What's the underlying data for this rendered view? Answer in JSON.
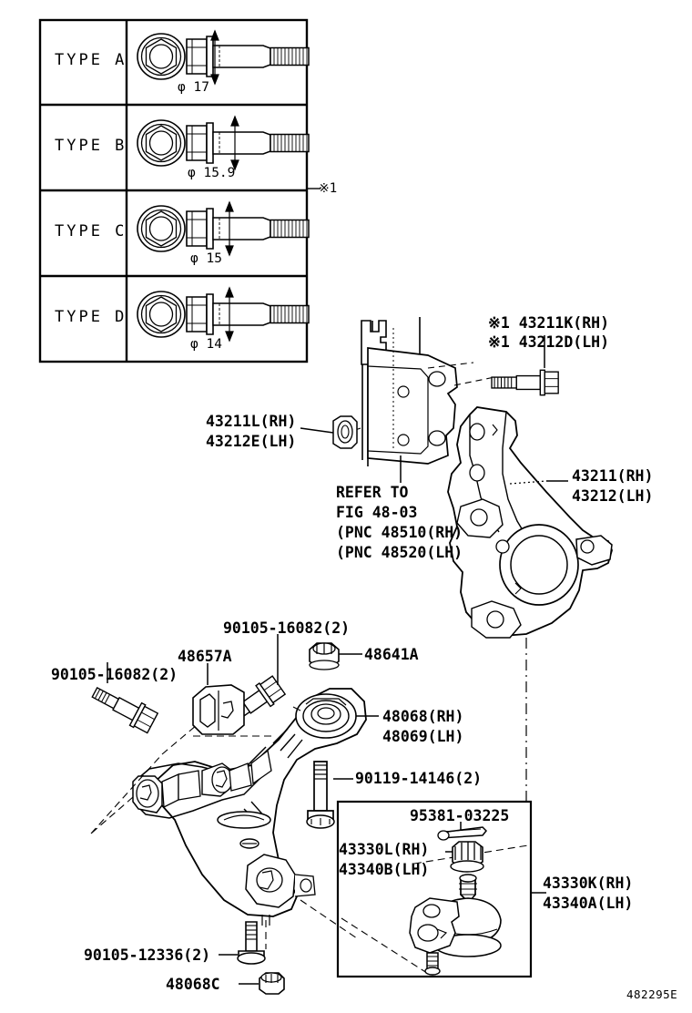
{
  "figure": {
    "code": "482295E",
    "footnote_symbol": "※1"
  },
  "type_table": {
    "note_symbol": "※1",
    "rows": [
      {
        "type_label": "TYPE  A",
        "diameter": "φ 17",
        "icon": "hex-flange-bolt-icon"
      },
      {
        "type_label": "TYPE  B",
        "diameter": "φ 15.9",
        "icon": "hex-flange-bolt-icon"
      },
      {
        "type_label": "TYPE  C",
        "diameter": "φ 15",
        "icon": "hex-flange-bolt-icon"
      },
      {
        "type_label": "TYPE  D",
        "diameter": "φ 14",
        "icon": "hex-flange-bolt-icon"
      }
    ]
  },
  "callouts": {
    "knuckle_bolt_rh": "※1 43211K(RH)",
    "knuckle_bolt_lh": "※1 43212D(LH)",
    "knuckle_nut_rh": "43211L(RH)",
    "knuckle_nut_lh": "43212E(LH)",
    "knuckle_rh": "43211(RH)",
    "knuckle_lh": "43212(LH)",
    "refer_line1": "REFER TO",
    "refer_line2": "FIG 48-03",
    "refer_line3": "(PNC 48510(RH)",
    "refer_line4": "(PNC 48520(LH)",
    "bolt_top": "90105-16082(2)",
    "bolt_left": "90105-16082(2)",
    "bracket_48657a": "48657A",
    "nut_48641a": "48641A",
    "arm_rh": "48068(RH)",
    "arm_lh": "48069(LH)",
    "bolt_90119": "90119-14146(2)",
    "bolt_90105_12336": "90105-12336(2)",
    "nut_48068c": "48068C",
    "cotter_pin": "95381-03225",
    "balljoint_nut_rh": "43330L(RH)",
    "balljoint_nut_lh": "43340B(LH)",
    "balljoint_rh": "43330K(RH)",
    "balljoint_lh": "43340A(LH)"
  }
}
